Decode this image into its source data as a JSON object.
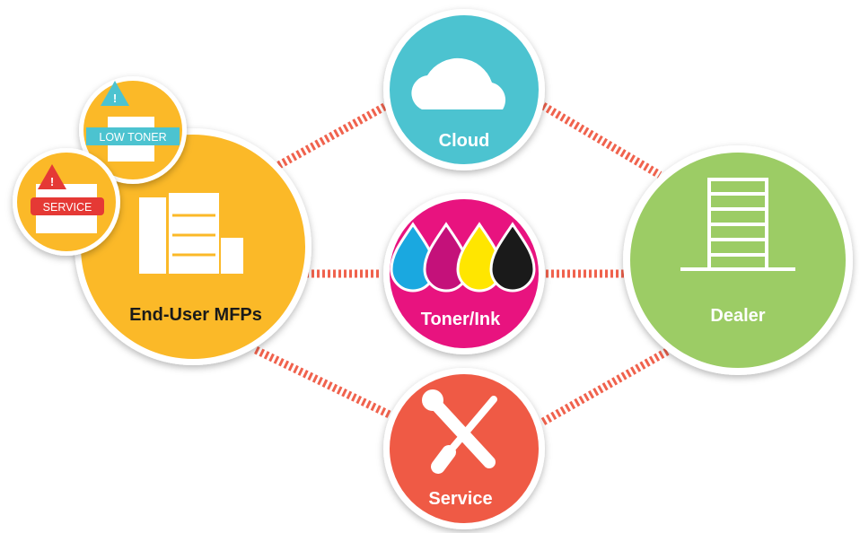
{
  "nodes": {
    "cloud": {
      "label": "Cloud",
      "color": "#4cc3d0"
    },
    "toner": {
      "label": "Toner/Ink",
      "color": "#e8137f"
    },
    "dealer": {
      "label": "Dealer",
      "color": "#9ccc65"
    },
    "service": {
      "label": "Service",
      "color": "#ef5a45"
    },
    "mfps": {
      "label": "End-User MFPs",
      "color": "#fbb928"
    }
  },
  "alerts": {
    "low_toner": {
      "label": "LOW TONER",
      "badge_color": "#4cc3d0"
    },
    "service": {
      "label": "SERVICE",
      "badge_color": "#e53935"
    }
  },
  "connector_color": "#f0624d",
  "ink_colors": [
    "#1aa8e0",
    "#c4117a",
    "#ffe600",
    "#1a1a1a"
  ]
}
